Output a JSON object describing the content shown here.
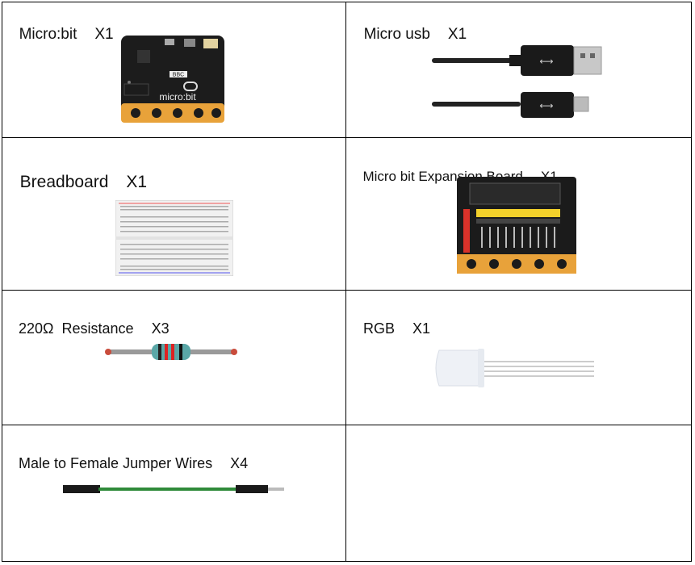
{
  "items": [
    {
      "name": "Micro:bit",
      "qty": "X1"
    },
    {
      "name": "Micro usb",
      "qty": "X1"
    },
    {
      "name": "Breadboard",
      "qty": "X1"
    },
    {
      "name": "Micro bit Expansion Board",
      "qty": "X1"
    },
    {
      "name": "220Ω  Resistance",
      "qty": "X3"
    },
    {
      "name": "RGB",
      "qty": "X1"
    },
    {
      "name": "Male to Female Jumper Wires",
      "qty": "X4"
    }
  ],
  "images": {
    "microbit_logo": "micro:bit",
    "microbit_badge": "BBC"
  }
}
